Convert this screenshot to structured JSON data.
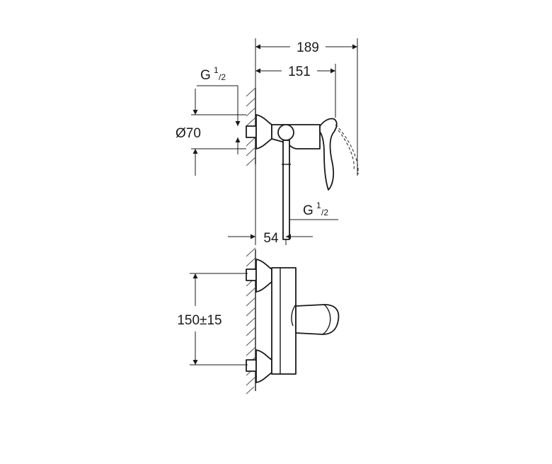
{
  "diagram": {
    "dim_total_depth": "189",
    "dim_handle_depth": "151",
    "thread_top": {
      "main": "G",
      "num": "1",
      "den": "/2"
    },
    "dim_diameter": "Ø70",
    "thread_bottom": {
      "main": "G",
      "num": "1",
      "den": "/2"
    },
    "dim_offset": "54",
    "dim_center_distance": "150±15"
  }
}
